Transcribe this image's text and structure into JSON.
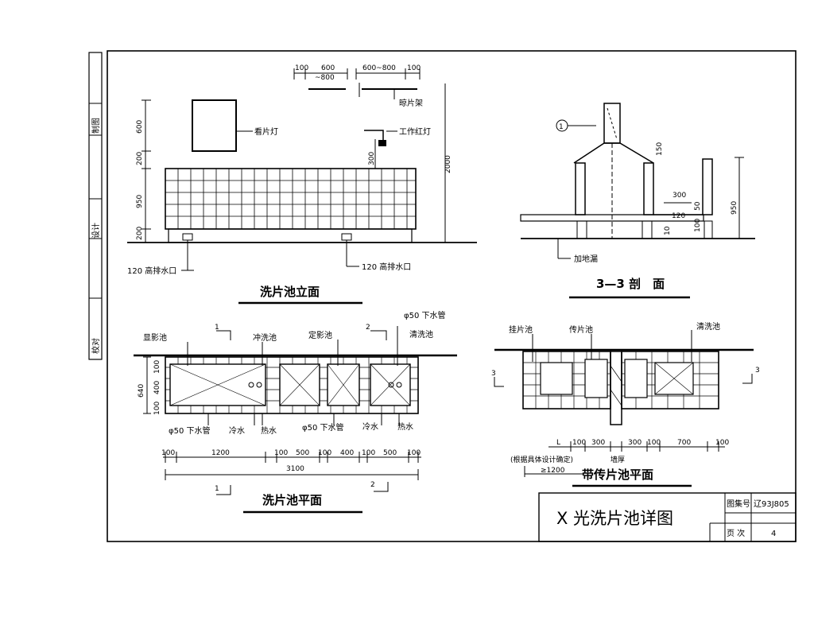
{
  "sidebar": {
    "labels": [
      "制图",
      "设计",
      "校对"
    ]
  },
  "elevation": {
    "title": "洗片池立面",
    "labels": {
      "light": "看片灯",
      "rack": "晾片架",
      "lamp": "工作红灯",
      "drain_left": "120 高排水口",
      "drain_right": "120 高排水口"
    },
    "dims": {
      "top1": "100",
      "top2": "600",
      "top3": "~800",
      "top4": "600~800",
      "top5": "100",
      "v1": "600",
      "v2": "200",
      "v3": "950",
      "v4": "200",
      "h300": "300",
      "h2000": "2000"
    }
  },
  "section": {
    "title": "3—3 剖　面",
    "labels": {
      "marker": "1",
      "ground": "加地漏"
    },
    "dims": {
      "d150": "150",
      "d300": "300",
      "d120": "120",
      "d50": "50",
      "d100": "100",
      "d950": "950",
      "d10": "10"
    }
  },
  "plan": {
    "title": "洗片池平面",
    "labels": {
      "dev": "显影池",
      "rinse": "冲洗池",
      "fix": "定影池",
      "drain_top": "φ50 下水管",
      "wash": "清洗池",
      "drain1": "φ50 下水管",
      "cold1": "冷水",
      "hot1": "热水",
      "drain2": "φ50 下水管",
      "cold2": "冷水",
      "hot2": "热水",
      "sec1_top": "1",
      "sec2_top": "2",
      "sec1_bot": "1",
      "sec2_bot": "2"
    },
    "dims": {
      "v640": "640",
      "v400": "400",
      "v100a": "100",
      "v100b": "100",
      "d100a": "100",
      "d1200": "1200",
      "d100b": "100",
      "d500a": "500",
      "d100c": "100",
      "d400": "400",
      "d100d": "100",
      "d500b": "500",
      "d100e": "100",
      "total": "3100"
    }
  },
  "pass_plan": {
    "title": "带传片池平面",
    "labels": {
      "hang": "挂片池",
      "pass": "传片池",
      "wash": "清洗池",
      "sec3_left": "3",
      "sec3_right": "3",
      "note": "(根据具体设计确定)",
      "min": "≥1200",
      "wall": "墙厚"
    },
    "dims": {
      "l": "L",
      "d100a": "100",
      "d300a": "300",
      "d300b": "300",
      "d100b": "100",
      "d700": "700",
      "d100c": "100"
    }
  },
  "title_block": {
    "drawing_title": "X 光洗片池详图",
    "atlas_label": "图集号",
    "atlas_value": "辽93J805",
    "page_label": "页 次",
    "page_value": "4"
  }
}
